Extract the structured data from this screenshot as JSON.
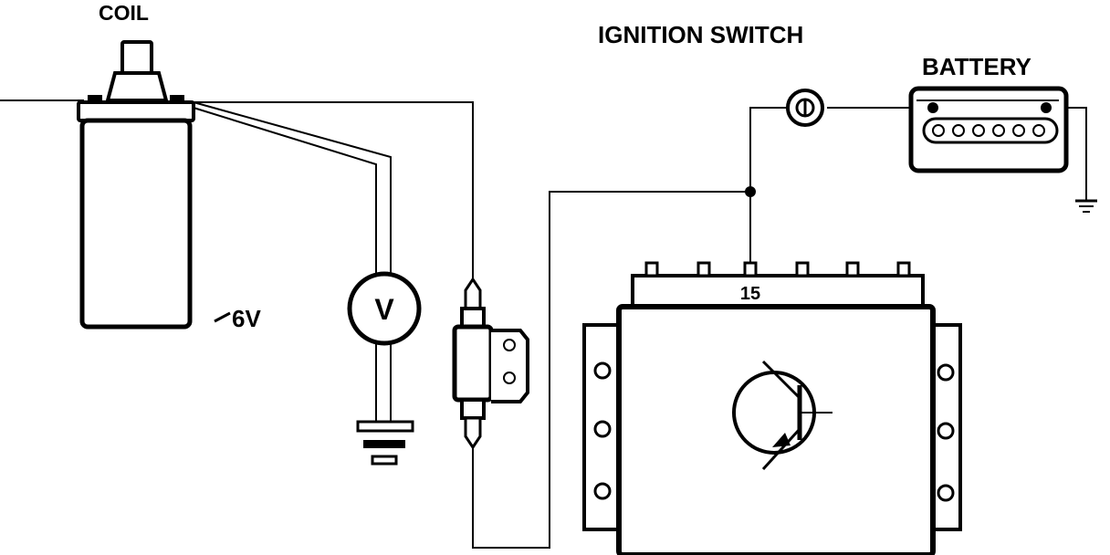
{
  "labels": {
    "coil": "COIL",
    "ignition_switch": "IGNITION SWITCH",
    "battery": "BATTERY",
    "voltage": "6V",
    "voltmeter": "V",
    "terminal": "15"
  },
  "colors": {
    "ink": "#000000",
    "paper": "#ffffff"
  }
}
